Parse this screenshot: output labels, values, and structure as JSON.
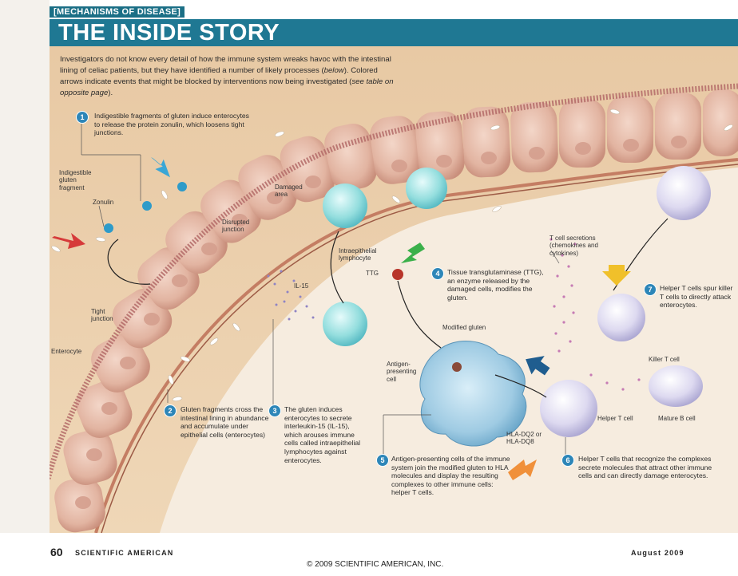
{
  "header": {
    "section_tag": "[MECHANISMS OF DISEASE]",
    "title": "THE INSIDE STORY"
  },
  "intro": {
    "text_before": "Investigators do not know every detail of how the immune system wreaks havoc with the intestinal lining of celiac patients, but they have identified a number of likely processes (",
    "below": "below",
    "text_middle": "). Colored arrows indicate events that might be blocked by interventions now being investigated (",
    "see_table": "see table on opposite page",
    "text_after": ")."
  },
  "steps": [
    {
      "num": "1",
      "text": "Indigestible fragments of gluten induce enterocytes to release the protein zonulin, which loosens tight junctions."
    },
    {
      "num": "2",
      "text": "Gluten fragments cross the intestinal lining in abundance and accumulate under epithelial cells (enterocytes)"
    },
    {
      "num": "3",
      "text": "The gluten induces enterocytes to secrete interleukin-15 (IL-15), which arouses immune cells called intraepithelial lymphocytes against enterocytes."
    },
    {
      "num": "4",
      "text": "Tissue transglutaminase (TTG), an enzyme released by the damaged cells, modifies the gluten."
    },
    {
      "num": "5",
      "text": "Antigen-presenting cells of the immune system join the modified gluten to HLA molecules and display the resulting complexes to other immune cells: helper T cells."
    },
    {
      "num": "6",
      "text": "Helper T cells that recognize the complexes secrete molecules that attract other immune cells and can directly damage enterocytes."
    },
    {
      "num": "7",
      "text": "Helper T cells spur killer T cells to directly attack enterocytes."
    }
  ],
  "labels": {
    "indigestible_gluten": "Indigestible gluten fragment",
    "zonulin": "Zonulin",
    "tight_junction": "Tight junction",
    "enterocyte": "Enterocyte",
    "damaged_area": "Damaged area",
    "disrupted_junction": "Disrupted junction",
    "intraepithelial_lymphocyte": "Intraepithelial lymphocyte",
    "il15": "IL-15",
    "ttg": "TTG",
    "modified_gluten": "Modified gluten",
    "antigen_presenting_cell": "Antigen-presenting cell",
    "hla": "HLA-DQ2 or HLA-DQ8",
    "helper_t_cell": "Helper T cell",
    "t_cell_secretions": "T cell secretions",
    "t_cell_secretions_sub": "(chemokines and cytokines)",
    "killer_t_cell": "Killer T cell",
    "mature_b_cell": "Mature B cell"
  },
  "footer": {
    "page_number": "60",
    "publication": "SCIENTIFIC AMERICAN",
    "date": "August 2009",
    "copyright": "© 2009 SCIENTIFIC AMERICAN, INC."
  },
  "colors": {
    "title_band": "#1f7893",
    "step_badge": "#2d86b8",
    "arrow_red": "#d63a3a",
    "arrow_cyan": "#3aa6d6",
    "arrow_green": "#3bb04a",
    "arrow_yellow": "#f0c02a",
    "arrow_navy": "#1f5d8f",
    "arrow_orange": "#f0903a",
    "tissue_bg": "#f2dcc0",
    "cell_pink": "#e7bfae",
    "lumen_beige": "#f6e8d4"
  }
}
